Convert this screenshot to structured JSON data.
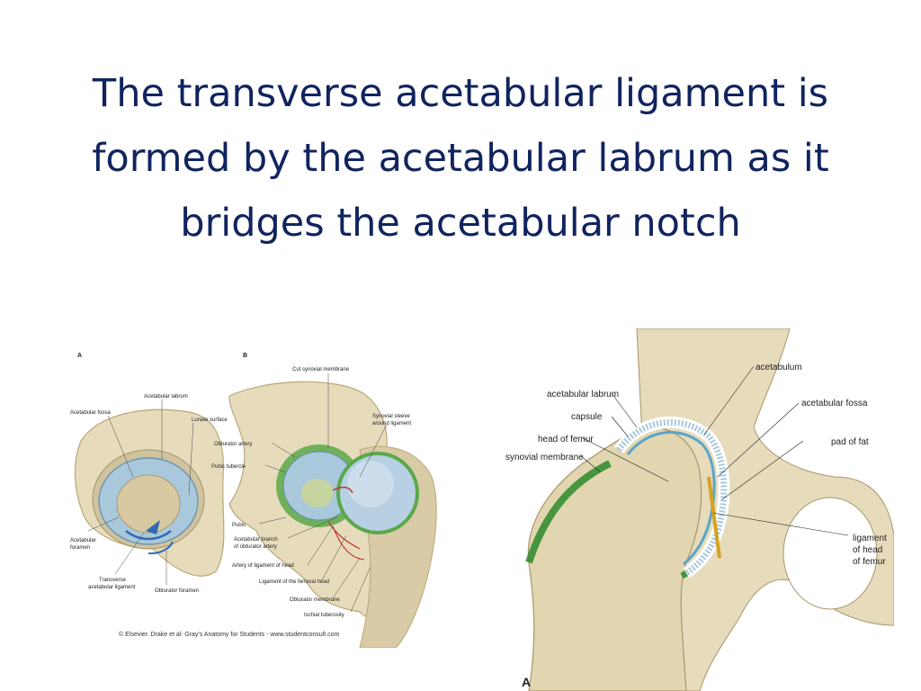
{
  "title": "The transverse acetabular ligament is formed by the acetabular labrum as it bridges the acetabular notch",
  "left_figure": {
    "panel_a": "A",
    "panel_b": "B",
    "labels_a": {
      "acetabular_fossa": "Acetabular fossa",
      "acetabular_labrum": "Acetabular labrum",
      "lunate_surface": "Lunate surface",
      "acetabular_foramen": [
        "Acetabular",
        "foramen"
      ],
      "transverse_ligament": [
        "Transverse",
        "acetabular ligament"
      ],
      "obturator_foramen": "Obturator foramen"
    },
    "labels_b": {
      "cut_synovial_membrane": "Cut synovial membrane",
      "synovial_sleeve": [
        "Synovial sleeve",
        "around ligament"
      ],
      "obturator_artery": "Obturator artery",
      "pubic_tubercle": "Pubic tubercle",
      "pubis": "Pubis",
      "acetabular_branch": [
        "Acetabular branch",
        "of obturator artery"
      ],
      "artery_ligament_head": "Artery of ligament of head",
      "ligament_femoral_head": "Ligament of the femoral head",
      "obturator_membrane": "Obturator membrane",
      "ischial_tuberosity": "Ischial tuberosity"
    },
    "credit": "© Elsevier. Drake et al: Gray's Anatomy for Students - www.studentconsult.com"
  },
  "right_figure": {
    "panel_a": "A",
    "labels": {
      "acetabulum": "acetabulum",
      "acetabular_labrum": "acetabular labrum",
      "acetabular_fossa": "acetabular fossa",
      "capsule": "capsule",
      "head_of_femur": "head of femur",
      "pad_of_fat": "pad of fat",
      "synovial_membrane": "synovial membrane",
      "ligament_head_femur": [
        "ligament",
        "of head",
        "of femur"
      ]
    }
  },
  "colors": {
    "title": "#10245f",
    "bone": "#e6dcbc",
    "bone_dark": "#c9b98b",
    "cartilage_blue": "#a9c8dc",
    "synovial_green": "#4c9a3c",
    "artery_red": "#c0392b"
  }
}
